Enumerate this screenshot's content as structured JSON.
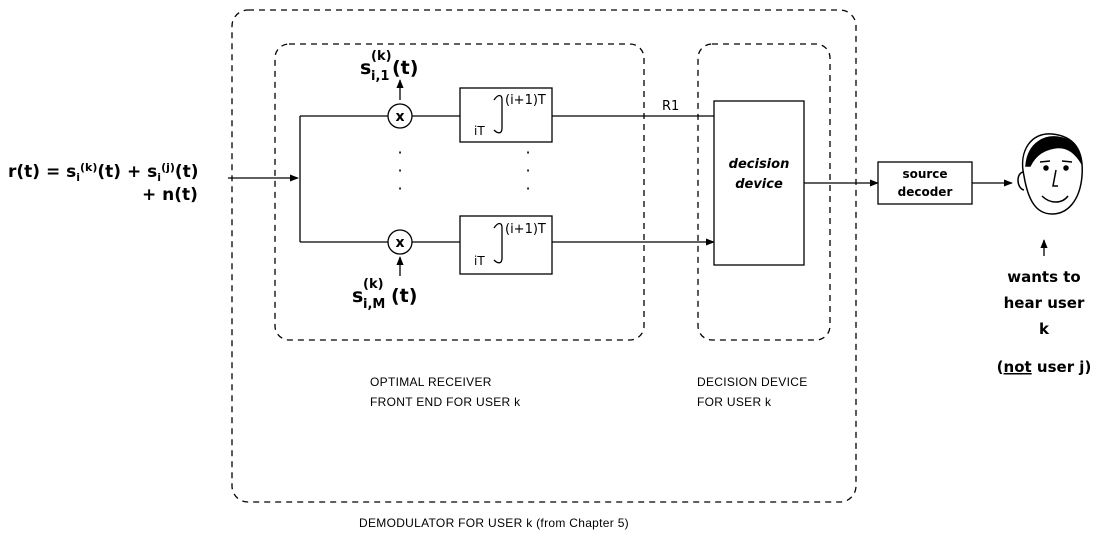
{
  "received_signal": {
    "line1": {
      "r": "r(t) = s",
      "sub1": "i",
      "sup1": "(k)",
      "mid": "(t) + s",
      "sub2": "i",
      "sup2": "(j)",
      "end": "(t)"
    },
    "line2": "+ n(t)"
  },
  "top_branch": {
    "multiplier": "x",
    "signal": {
      "s": "s",
      "sup": "(k)",
      "sub": "i,1",
      "arg": "(t)"
    },
    "integrator": {
      "lower": "iT",
      "upper": "(i+1)T"
    }
  },
  "bottom_branch": {
    "multiplier": "x",
    "signal": {
      "s": "s",
      "sup": "(k)",
      "sub": "i,M",
      "arg": "(t)"
    },
    "integrator": {
      "lower": "iT",
      "upper": "(i+1)T"
    }
  },
  "ellipsis_dots": "·",
  "output_label": "R1",
  "decision_block": {
    "line1": "decision",
    "line2": "device"
  },
  "source_decoder": {
    "line1": "source",
    "line2": "decoder"
  },
  "listener_note": {
    "line1": "wants to",
    "line2": "hear user",
    "line3": "k",
    "line4_open": "(",
    "line4_not": "not",
    "line4_rest": " user j)"
  },
  "group_labels": {
    "front_end": {
      "line1": "OPTIMAL RECEIVER",
      "line2": "FRONT END FOR USER k"
    },
    "decision": {
      "line1": "DECISION DEVICE",
      "line2": "FOR USER k"
    },
    "demodulator": "DEMODULATOR FOR USER k (from Chapter 5)"
  },
  "icons": {
    "integral": "integral-icon",
    "listener": "listener-face-icon"
  }
}
